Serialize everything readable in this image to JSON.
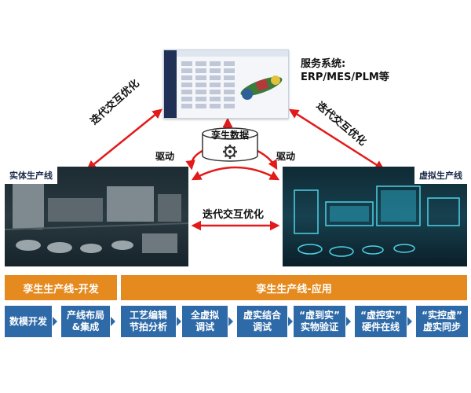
{
  "service": {
    "title": "服务系统:",
    "subtitle": "ERP/MES/PLM等"
  },
  "twin_data_label": "孪生数据",
  "drive_label_left": "驱动",
  "drive_label_right": "驱动",
  "iterate_left": "迭代交互优化",
  "iterate_right": "迭代交互优化",
  "iterate_center": "迭代交互优化",
  "physical_line_label": "实体生产线",
  "virtual_line_label": "虚拟生产线",
  "phase_dev": "孪生生产线-开发",
  "phase_app": "孪生生产线-应用",
  "steps": [
    {
      "label": "数模开发"
    },
    {
      "label": "产线布局\n&集成"
    },
    {
      "label": "工艺编辑\n节拍分析"
    },
    {
      "label": "全虚拟\n调试"
    },
    {
      "label": "虚实结合\n调试"
    },
    {
      "label": "“虚到实”\n实物验证"
    },
    {
      "label": "“虚控实”\n硬件在线"
    },
    {
      "label": "“实控虚”\n虚实同步"
    }
  ],
  "colors": {
    "arrow_red": "#e31a1a",
    "orange": "#e58a1f",
    "step_blue": "#2e6aa8"
  }
}
